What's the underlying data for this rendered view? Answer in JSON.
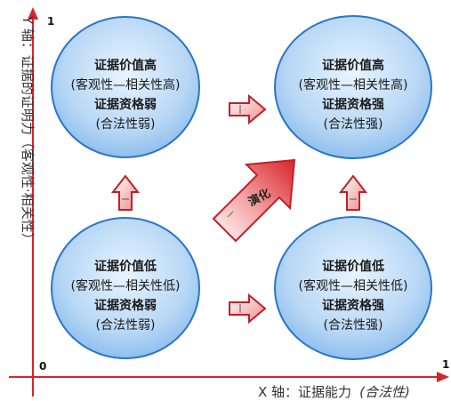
{
  "axes": {
    "y_label": "Y 轴：证据的证明力（客观性·相关性）",
    "x_label_main": "X 轴：证据能力",
    "x_label_paren": "(合法性)",
    "origin": "0",
    "y_max": "1",
    "x_max": "1",
    "color": "#d8232a"
  },
  "quadrants": {
    "top_left": {
      "line1": "证据价值高",
      "line2": "(客观性—相关性高)",
      "line3": "证据资格弱",
      "line4": "(合法性弱)"
    },
    "top_right": {
      "line1": "证据价值高",
      "line2": "(客观性—相关性高)",
      "line3": "证据资格强",
      "line4": "(合法性强)"
    },
    "bottom_left": {
      "line1": "证据价值低",
      "line2": "(客观性—相关性低)",
      "line3": "证据资格弱",
      "line4": "(合法性弱)"
    },
    "bottom_right": {
      "line1": "证据价值低",
      "line2": "(客观性—相关性低)",
      "line3": "证据资格强",
      "line4": "(合法性强)"
    }
  },
  "center_arrow": {
    "label": "演化",
    "color": "#d8232a"
  },
  "colors": {
    "ellipse_fill": "#bcd9f4",
    "ellipse_stroke": "#2b74c8",
    "arrow_fill": "#f6b5b5",
    "arrow_stroke": "#c0202a"
  }
}
